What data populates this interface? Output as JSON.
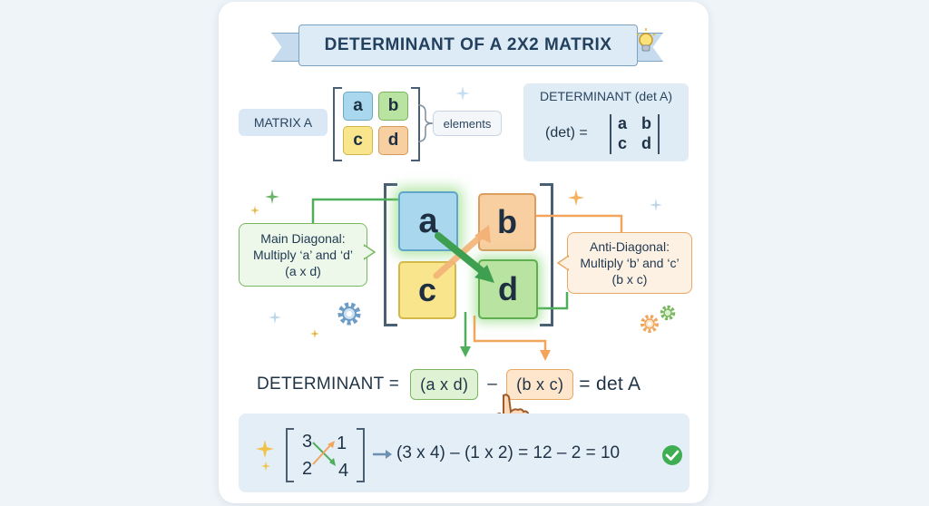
{
  "title": "DETERMINANT OF A 2X2 MATRIX",
  "matrix_label": "MATRIX A",
  "elements_label": "elements",
  "cells": {
    "a": "a",
    "b": "b",
    "c": "c",
    "d": "d"
  },
  "det_box": {
    "header": "DETERMINANT (det A)",
    "lhs": "(det) ="
  },
  "main_diagonal": {
    "line1": "Main Diagonal:",
    "line2": "Multiply ‘a’ and ‘d’",
    "line3": "(a x d)"
  },
  "anti_diagonal": {
    "line1": "Anti-Diagonal:",
    "line2": "Multiply ‘b’ and ‘c’",
    "line3": "(b x c)"
  },
  "formula": {
    "prefix": "DETERMINANT =",
    "term1": "(a x d)",
    "minus": "–",
    "term2": "(b x c)",
    "suffix": "= det A"
  },
  "example": {
    "cells": {
      "tl": "3",
      "tr": "1",
      "bl": "2",
      "br": "4"
    },
    "equation": "(3 x 4) – (1 x 2) = 12 – 2 = 10"
  },
  "colors": {
    "a": "#a9d8ee",
    "b": "#f8cfa0",
    "c": "#f9e58c",
    "d": "#b9e3a0",
    "green": "#4fae5a",
    "orange": "#f3a55c",
    "check": "#3fae52"
  },
  "icons": [
    "lightbulb-icon",
    "gear-icon",
    "sparkle-icon",
    "pointer-hand-icon",
    "check-icon",
    "arrow-right-icon"
  ]
}
